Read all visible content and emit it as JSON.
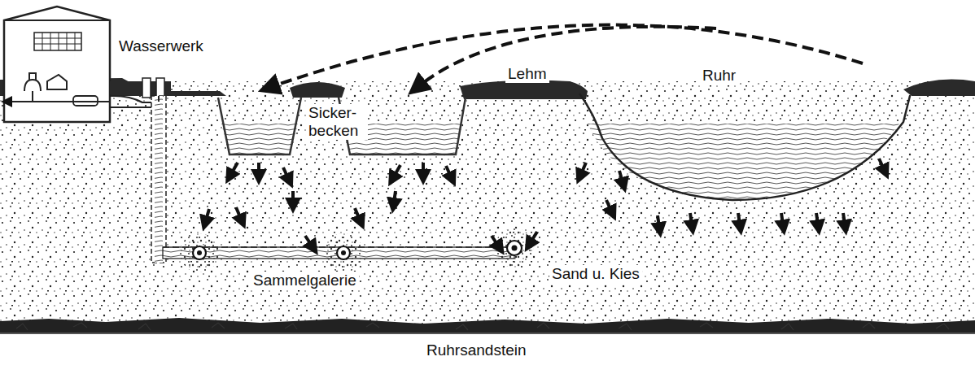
{
  "diagram": {
    "labels": [
      "Wasserwerk",
      "Lehm",
      "Ruhr",
      "Sicker- becken",
      "Sammelgalerie",
      "Sand u. Kies",
      "Ruhrsandstein"
    ]
  }
}
